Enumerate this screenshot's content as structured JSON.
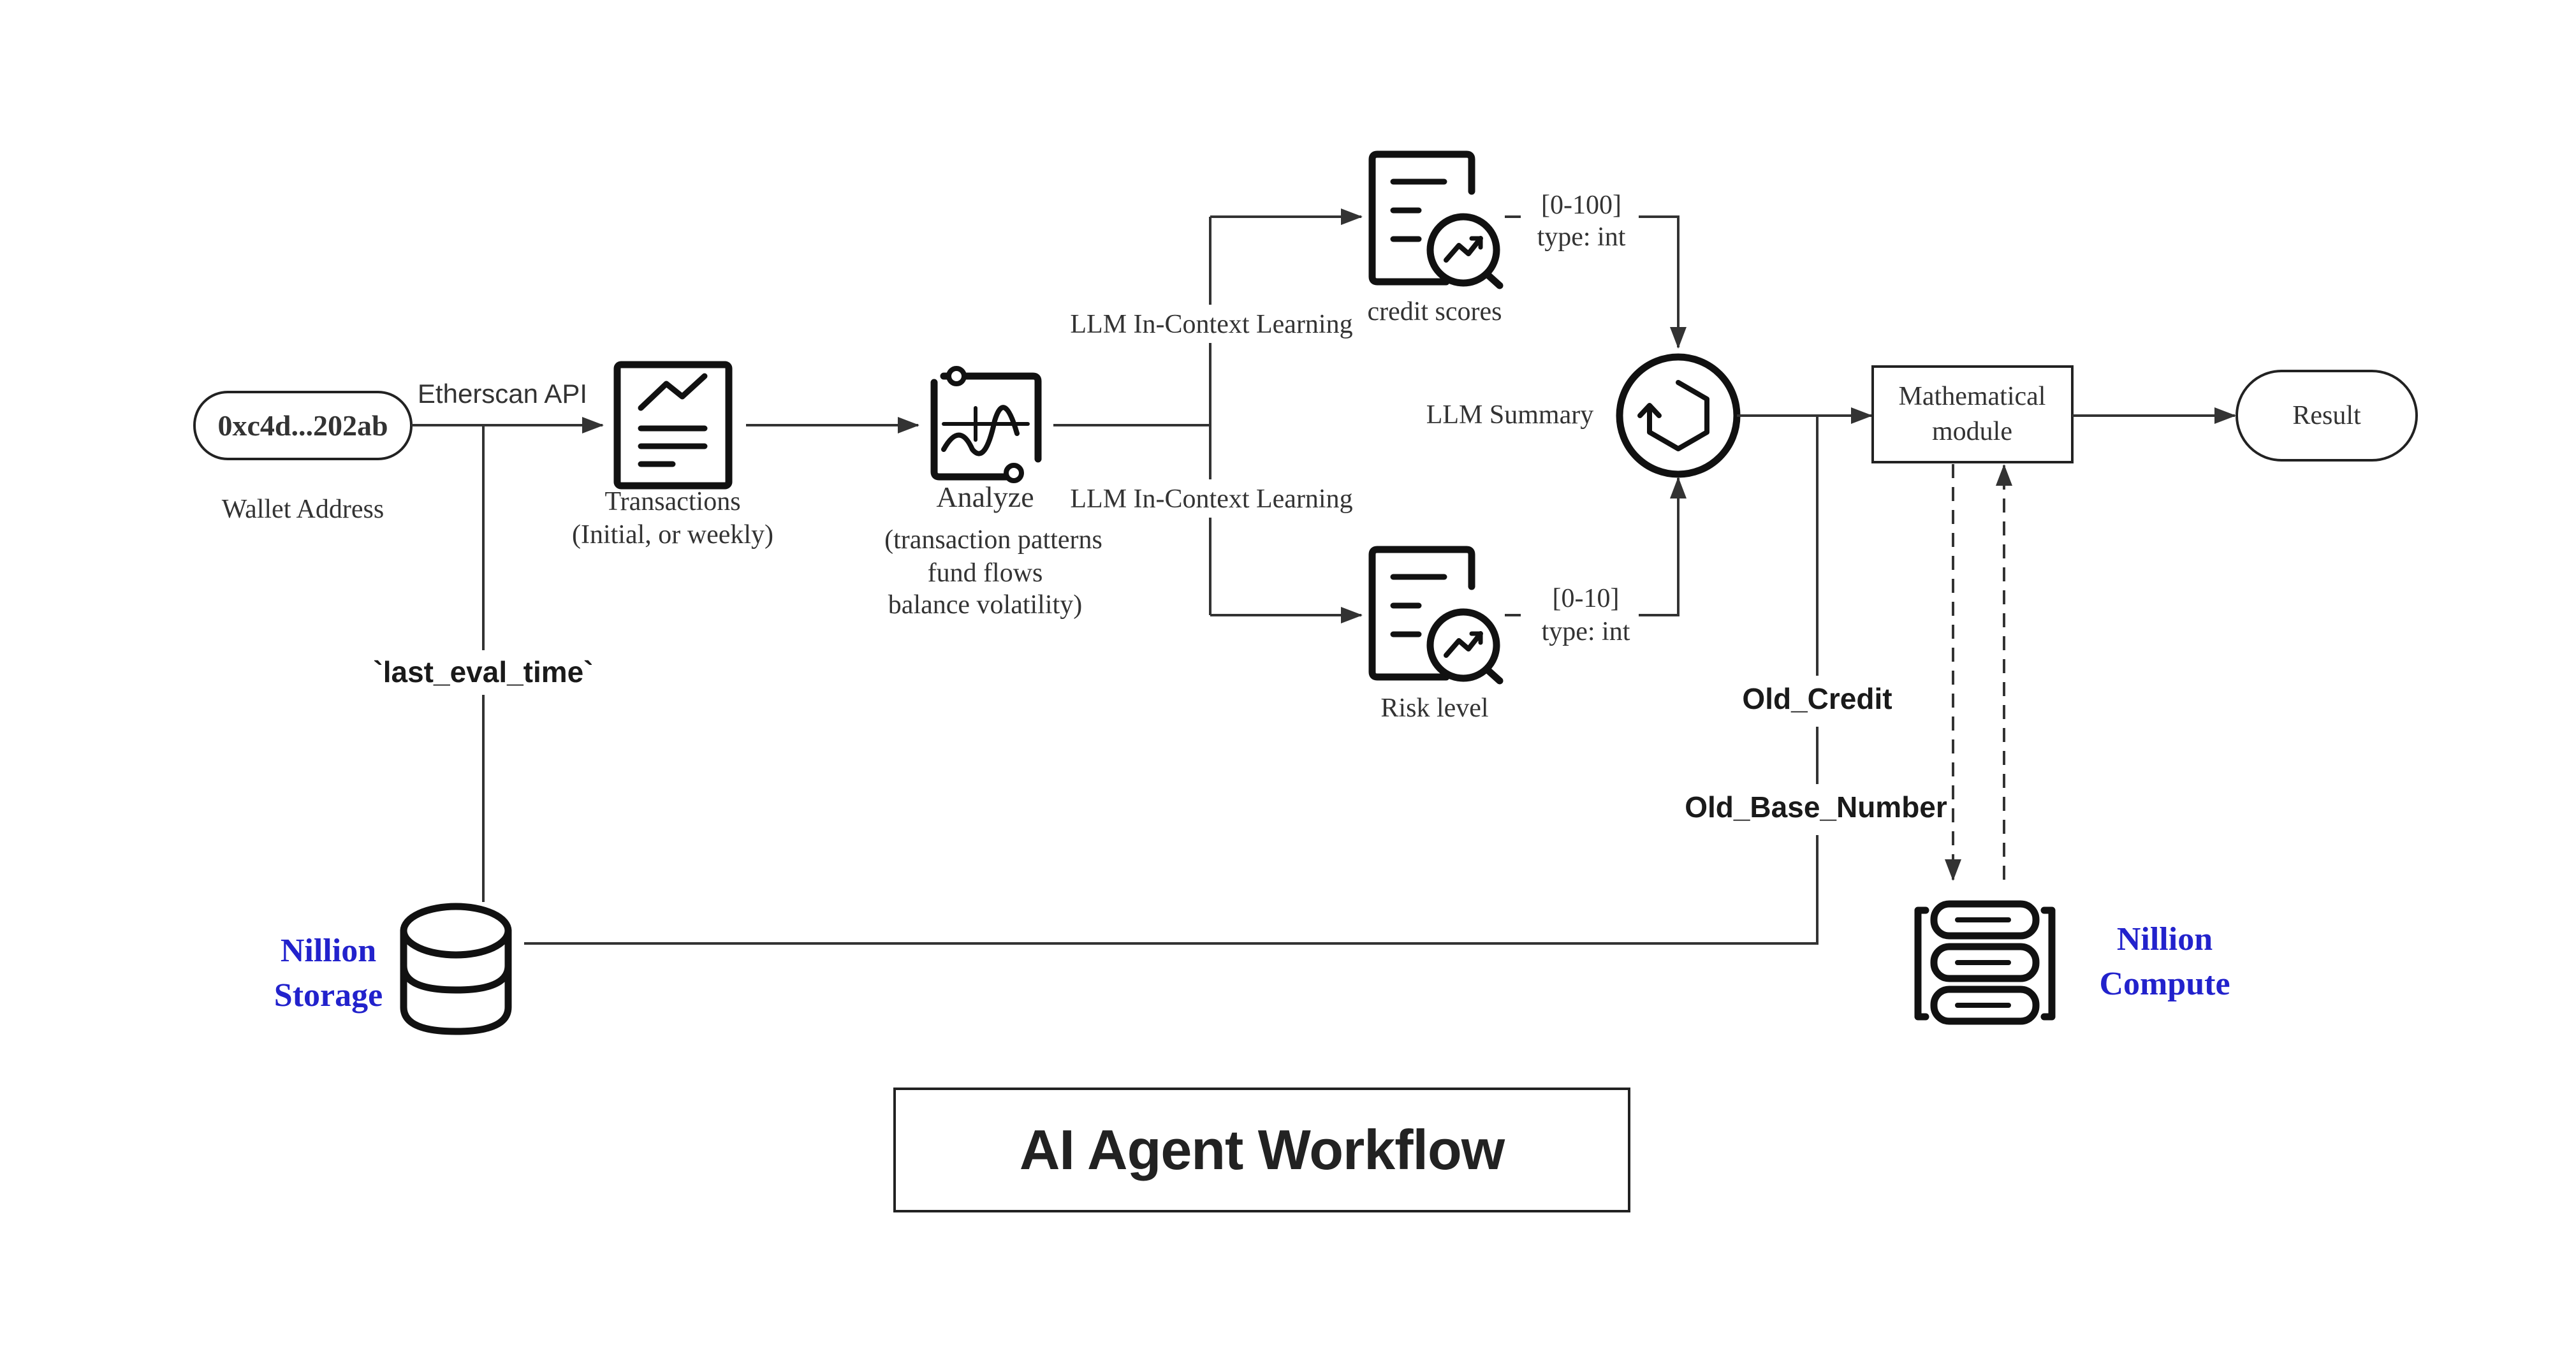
{
  "wallet": {
    "address": "0xc4d...202ab",
    "caption": "Wallet Address"
  },
  "etherscan_label": "Etherscan API",
  "transactions": {
    "line1": "Transactions",
    "line2": "(Initial, or weekly)"
  },
  "analyze": {
    "title": "Analyze",
    "line1": "(transaction patterns",
    "line2": "fund flows",
    "line3": "balance volatility)"
  },
  "llm_learning_top": "LLM In-Context Learning",
  "llm_learning_bottom": "LLM In-Context Learning",
  "credit": {
    "range": "[0-100]",
    "type": "type: int",
    "caption": "credit scores"
  },
  "risk": {
    "range": "[0-10]",
    "type": "type: int",
    "caption": "Risk level"
  },
  "llm_summary": "LLM Summary",
  "math_module": {
    "line1": "Mathematical",
    "line2": "module"
  },
  "result": "Result",
  "last_eval_time": "`last_eval_time`",
  "old_credit": "Old_Credit",
  "old_base_number": "Old_Base_Number",
  "storage": {
    "line1": "Nillion",
    "line2": "Storage"
  },
  "compute": {
    "line1": "Nillion",
    "line2": "Compute"
  },
  "title": "AI Agent Workflow",
  "colors": {
    "accent_blue": "#2222cc",
    "line": "#333333"
  },
  "icons": [
    "document-chart-icon",
    "analyze-chart-icon",
    "report-magnifier-icon",
    "refresh-hexagon-icon",
    "database-icon",
    "server-stack-icon"
  ]
}
